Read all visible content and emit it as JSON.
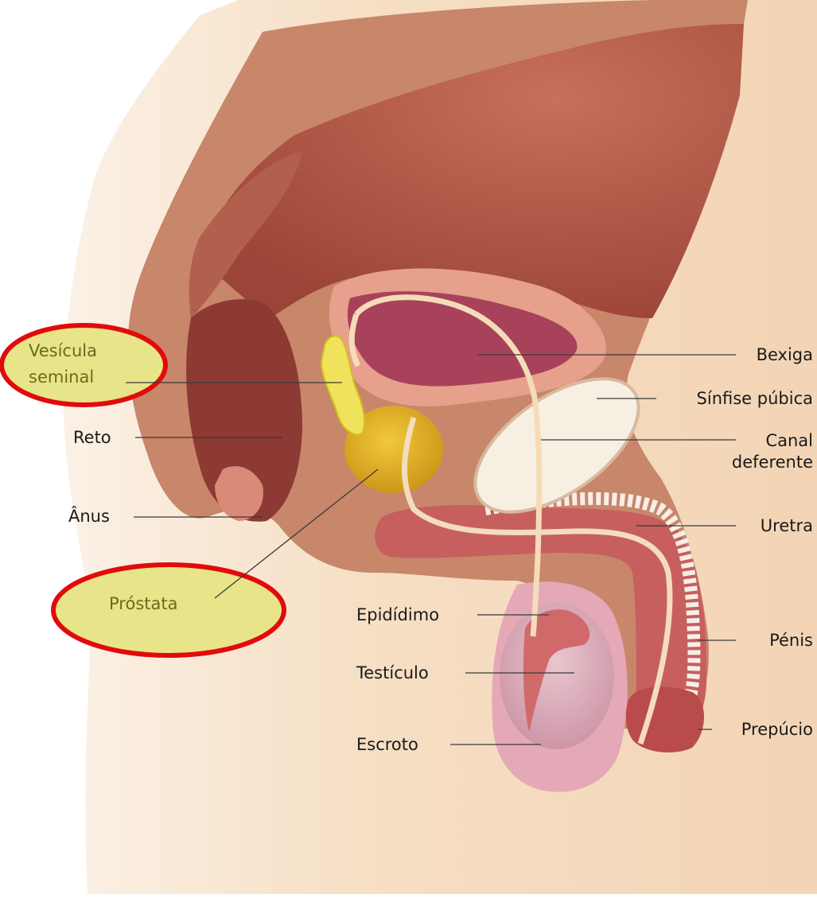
{
  "colors": {
    "skin": "#f6dfc4",
    "flesh": "#c77a5f",
    "cavity": "#b35a45",
    "bladder": "#a8425a",
    "prostate": "#e0b526",
    "vesicle": "#f0e25a",
    "bone": "#f7f0e2",
    "urethra": "#f3dcc0",
    "highlight_fill": "#e8e48a",
    "highlight_stroke": "#e10b0b"
  },
  "labels": {
    "vesicula_line1": "Vesícula",
    "vesicula_line2": "seminal",
    "reto": "Reto",
    "anus": "Ânus",
    "prostata": "Próstata",
    "bexiga": "Bexiga",
    "sinfise": "Sínfise púbica",
    "canal_line1": "Canal",
    "canal_line2": "deferente",
    "uretra": "Uretra",
    "epididimo": "Epidídimo",
    "testiculo": "Testículo",
    "escroto": "Escroto",
    "penis": "Pénis",
    "prepucio": "Prepúcio"
  }
}
